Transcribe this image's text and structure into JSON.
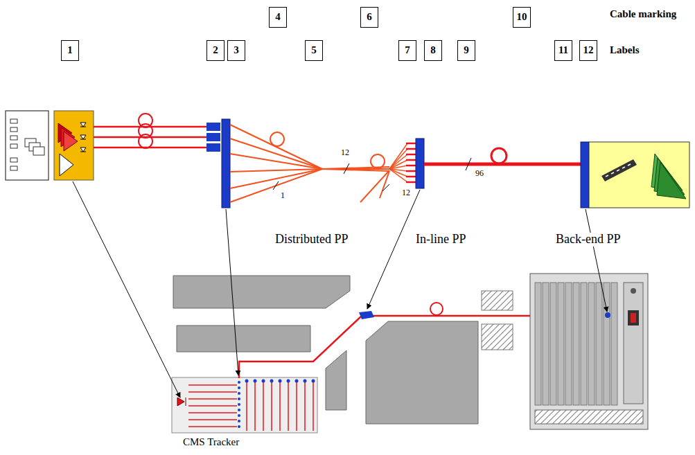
{
  "diagram": {
    "nodes": [
      {
        "text": [
          "1"
        ]
      },
      {
        "text": [
          "2"
        ]
      },
      {
        "text": [
          "3"
        ]
      },
      {
        "text": [
          "4"
        ]
      },
      {
        "text": [
          "5"
        ]
      },
      {
        "text": [
          "6"
        ]
      },
      {
        "text": [
          "7"
        ]
      },
      {
        "text": [
          "8"
        ]
      },
      {
        "text": [
          "9"
        ]
      },
      {
        "text": [
          "10"
        ]
      },
      {
        "text": [
          "11"
        ]
      },
      {
        "text": [
          "12"
        ]
      }
    ],
    "labels": [
      "Cable marking",
      "Labels",
      "12",
      "1",
      "12",
      "96",
      "Distributed PP",
      "In-line PP",
      "Back-end PP",
      "CMS Tracker"
    ]
  }
}
